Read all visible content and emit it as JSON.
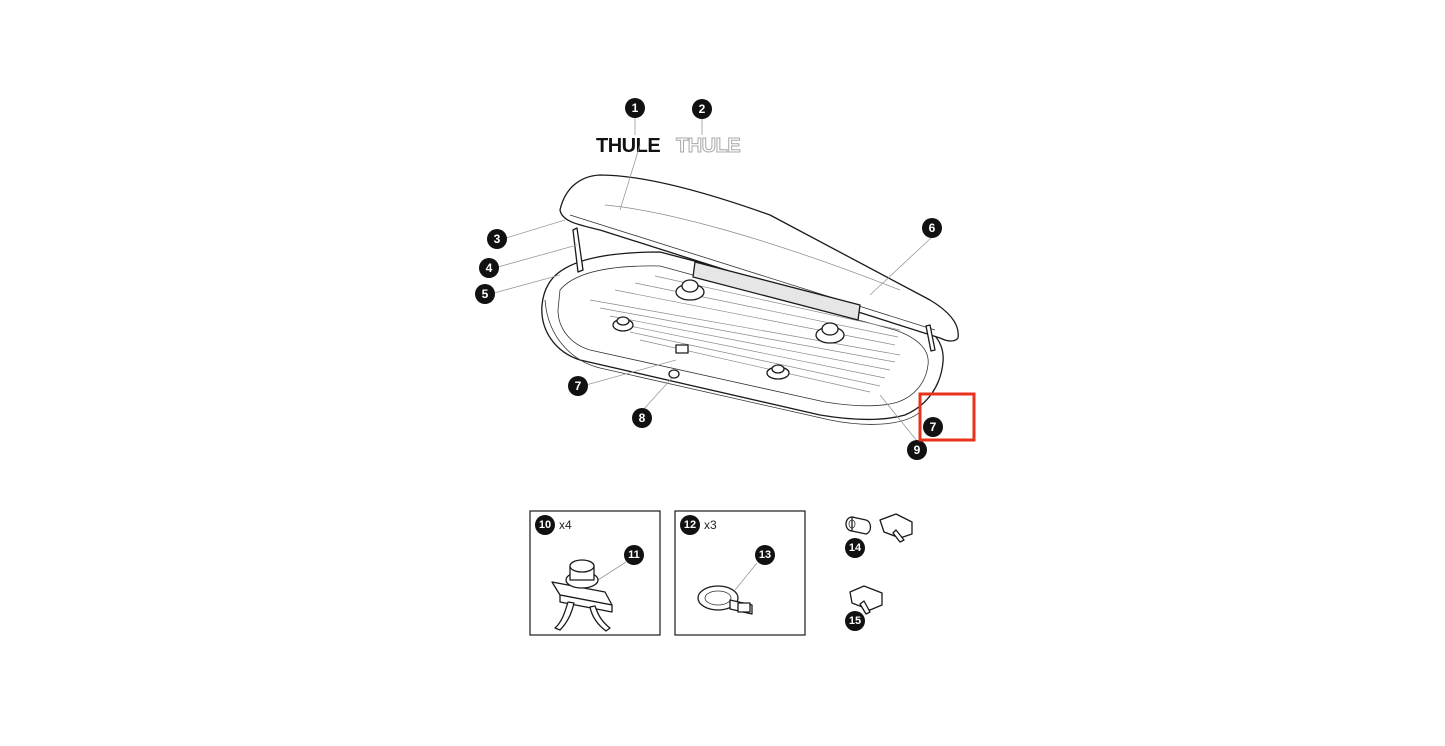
{
  "logos": {
    "primary": "THULE",
    "secondary": "THULE"
  },
  "callouts": {
    "c1": "1",
    "c2": "2",
    "c3": "3",
    "c4": "4",
    "c5": "5",
    "c6": "6",
    "c7a": "7",
    "c7b": "7",
    "c8": "8",
    "c9": "9",
    "c10": "10",
    "c11": "11",
    "c12": "12",
    "c13": "13",
    "c14": "14",
    "c15": "15"
  },
  "quantities": {
    "q10": "x4",
    "q12": "x3"
  },
  "colors": {
    "highlight": "#e8321e",
    "callout": "#111111",
    "leader": "#9a9a9a"
  }
}
